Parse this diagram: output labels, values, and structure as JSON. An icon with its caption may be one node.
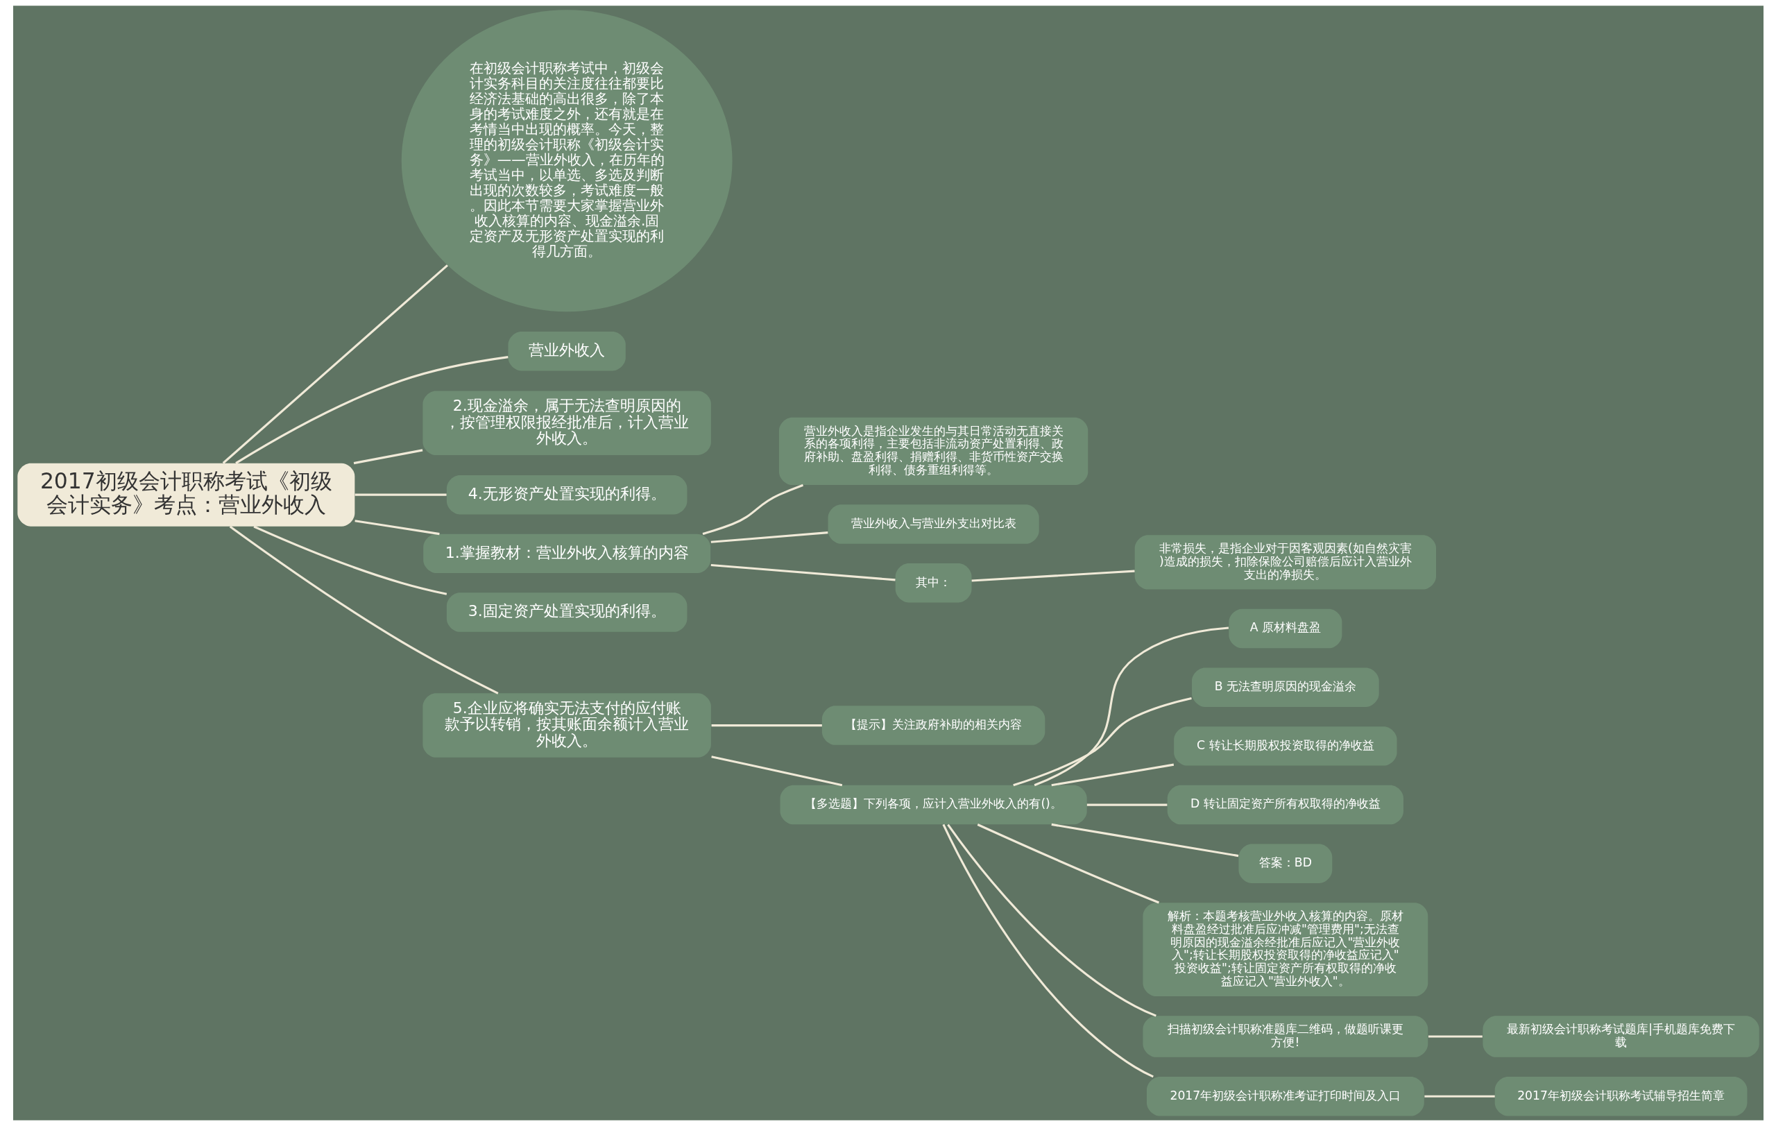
{
  "diagram": {
    "nodes": [
      {
        "text": [
          "2017初级会计职称考试《初级会计实务》考点：营业外收入"
        ]
      },
      {
        "text": [
          "在初级会计职称考试中，初级会计实务科目的关注度往往都要比经济法基础的高出很多，除了本身的考试难度之外，还有就是在考情当中出现的概率。今天，整理的初级会计职称《初级会计实务》——营业外收入，在历年的考试当中，以单选、多选及判断出现的次数较多，考试难度一般。因此本节需要大家掌握营业外收入核算的内容、现金溢余.固定资产及无形资产处置实现的利得几方面。"
        ]
      },
      {
        "text": [
          "营业外收入"
        ]
      },
      {
        "text": [
          "2.现金溢余，属于无法查明原因的，按管理权限报经批准后，计入营业外收入。"
        ]
      },
      {
        "text": [
          "4.无形资产处置实现的利得。"
        ]
      },
      {
        "text": [
          "1.掌握教材：营业外收入核算的内容"
        ]
      },
      {
        "text": [
          "营业外收入是指企业发生的与其日常活动无直接关系的各项利得，主要包括非流动资产处置利得、政府补助、盘盈利得、捐赠利得、非货币性资产交换利得、债务重组利得等。"
        ]
      },
      {
        "text": [
          "营业外收入与营业外支出对比表"
        ]
      },
      {
        "text": [
          "其中："
        ]
      },
      {
        "text": [
          "非常损失，是指企业对于因客观因素(如自然灾害)造成的损失，扣除保险公司赔偿后应计入营业外支出的净损失。"
        ]
      },
      {
        "text": [
          "3.固定资产处置实现的利得。"
        ]
      },
      {
        "text": [
          "5.企业应将确实无法支付的应付账款予以转销，按其账面余额计入营业外收入。"
        ]
      },
      {
        "text": [
          "【提示】关注政府补助的相关内容"
        ]
      },
      {
        "text": [
          "【多选题】下列各项，应计入营业外收入的有()。"
        ]
      },
      {
        "text": [
          "A 原材料盘盈"
        ]
      },
      {
        "text": [
          "B 无法查明原因的现金溢余"
        ]
      },
      {
        "text": [
          "C 转让长期股权投资取得的净收益"
        ]
      },
      {
        "text": [
          "D 转让固定资产所有权取得的净收益"
        ]
      },
      {
        "text": [
          "答案：BD"
        ]
      },
      {
        "text": [
          "解析：本题考核营业外收入核算的内容。原材料盘盈经过批准后应冲减\"管理费用\";无法查明原因的现金溢余经批准后应记入\"营业外收入\";转让长期股权投资取得的净收益应记入\"投资收益\";转让固定资产所有权取得的净收益应记入\"营业外收入\"。"
        ]
      },
      {
        "text": [
          "扫描初级会计职称准题库二维码，做题听课更方便!"
        ]
      },
      {
        "text": [
          "最新初级会计职称考试题库|手机题库免费下载"
        ]
      },
      {
        "text": [
          "2017年初级会计职称准考证打印时间及入口"
        ]
      },
      {
        "text": [
          "2017年初级会计职称考试辅导招生简章"
        ]
      }
    ],
    "edges": [
      {
        "from": 0,
        "to": 1,
        "arrow": "none"
      },
      {
        "from": 0,
        "to": 2,
        "arrow": "none"
      },
      {
        "from": 0,
        "to": 3,
        "arrow": "none"
      },
      {
        "from": 0,
        "to": 4,
        "arrow": "none"
      },
      {
        "from": 0,
        "to": 5,
        "arrow": "none"
      },
      {
        "from": 5,
        "to": 6,
        "arrow": "none"
      },
      {
        "from": 5,
        "to": 7,
        "arrow": "none"
      },
      {
        "from": 5,
        "to": 8,
        "arrow": "none"
      },
      {
        "from": 8,
        "to": 9,
        "arrow": "none"
      },
      {
        "from": 0,
        "to": 10,
        "arrow": "none"
      },
      {
        "from": 0,
        "to": 11,
        "arrow": "none"
      },
      {
        "from": 11,
        "to": 12,
        "arrow": "none"
      },
      {
        "from": 11,
        "to": 13,
        "arrow": "none"
      },
      {
        "from": 13,
        "to": 14,
        "arrow": "none"
      },
      {
        "from": 13,
        "to": 15,
        "arrow": "none"
      },
      {
        "from": 13,
        "to": 16,
        "arrow": "none"
      },
      {
        "from": 13,
        "to": 17,
        "arrow": "none"
      },
      {
        "from": 13,
        "to": 18,
        "arrow": "none"
      },
      {
        "from": 13,
        "to": 19,
        "arrow": "none"
      },
      {
        "from": 13,
        "to": 20,
        "arrow": "none"
      },
      {
        "from": 20,
        "to": 21,
        "arrow": "none"
      },
      {
        "from": 13,
        "to": 22,
        "arrow": "none"
      },
      {
        "from": 22,
        "to": 23,
        "arrow": "none"
      }
    ]
  }
}
